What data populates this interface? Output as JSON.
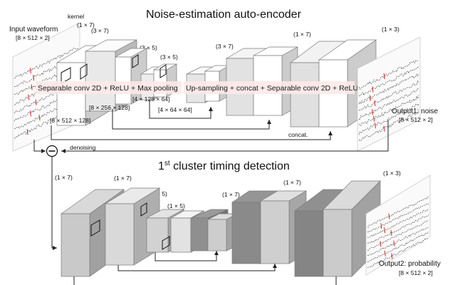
{
  "top": {
    "title": "Noise-estimation auto-encoder",
    "input_label": "Input waveform",
    "input_shape": "[8 × 512 × 2]",
    "kernel_word": "kernel",
    "k1": "(1 × 7)",
    "k2": "(3 × 7)",
    "k3": "(3 × 5)",
    "k4": "(3 × 5)",
    "k5": "(3 × 7)",
    "k6": "(1 × 7)",
    "k7": "(1 × 3)",
    "enc_band": "Separable conv 2D + ReLU + Max pooling",
    "dec_band": "Up-sampling + concat + Separable conv 2D + ReLU",
    "s1": "[8 × 512 × 128]",
    "s2": "[8 × 256 × 128]",
    "s3": "[4 × 128 × 64]",
    "s4": "[4 × 64 × 64]",
    "concat": "concat.",
    "output1_label": "Output1: noise",
    "output1_shape": "[8 × 512 × 2]",
    "denoising": "denoising"
  },
  "bottom": {
    "title_prefix": "1",
    "title_sup": "st",
    "title_suffix": " cluster timing detection",
    "k1": "(1 × 7)",
    "k2": "(1 × 7)",
    "k3": "(1 × 5)",
    "k4": "(1 × 5)",
    "k5": "(1 × 7)",
    "k6": "(1 × 7)",
    "k7": "(1 × 3)",
    "output2_label": "Output2: probability",
    "output2_shape": "[8 × 512 × 2]"
  }
}
